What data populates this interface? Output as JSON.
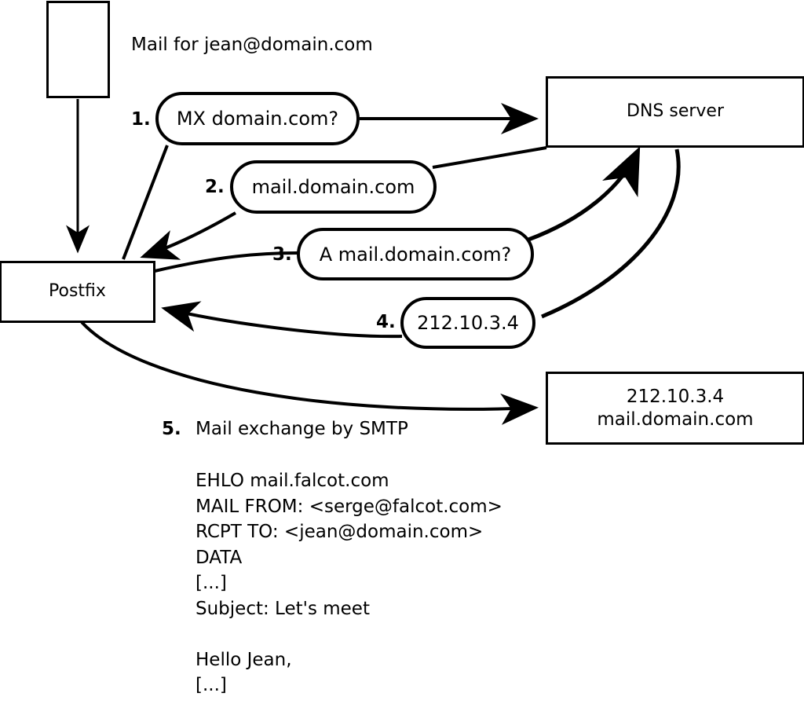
{
  "diagram": {
    "title_label": "Mail for jean@domain.com",
    "nodes": {
      "mail_client": {
        "label": ""
      },
      "postfix": {
        "label": "Postfix"
      },
      "dns_server": {
        "label": "DNS server"
      },
      "remote_mx": {
        "line1": "212.10.3.4",
        "line2": "mail.domain.com"
      }
    },
    "steps": [
      {
        "number": "1.",
        "bubble": "MX domain.com?"
      },
      {
        "number": "2.",
        "bubble": "mail.domain.com"
      },
      {
        "number": "3.",
        "bubble": "A mail.domain.com?"
      },
      {
        "number": "4.",
        "bubble": "212.10.3.4"
      },
      {
        "number": "5.",
        "label": "Mail exchange by SMTP"
      }
    ],
    "smtp_transcript": "EHLO mail.falcot.com\nMAIL FROM: <serge@falcot.com>\nRCPT TO: <jean@domain.com>\nDATA\n[...]\nSubject: Let's meet\n\nHello Jean,\n[...]\n\n.",
    "colors": {
      "stroke": "#000000",
      "fill": "#ffffff",
      "text": "#000000"
    }
  }
}
